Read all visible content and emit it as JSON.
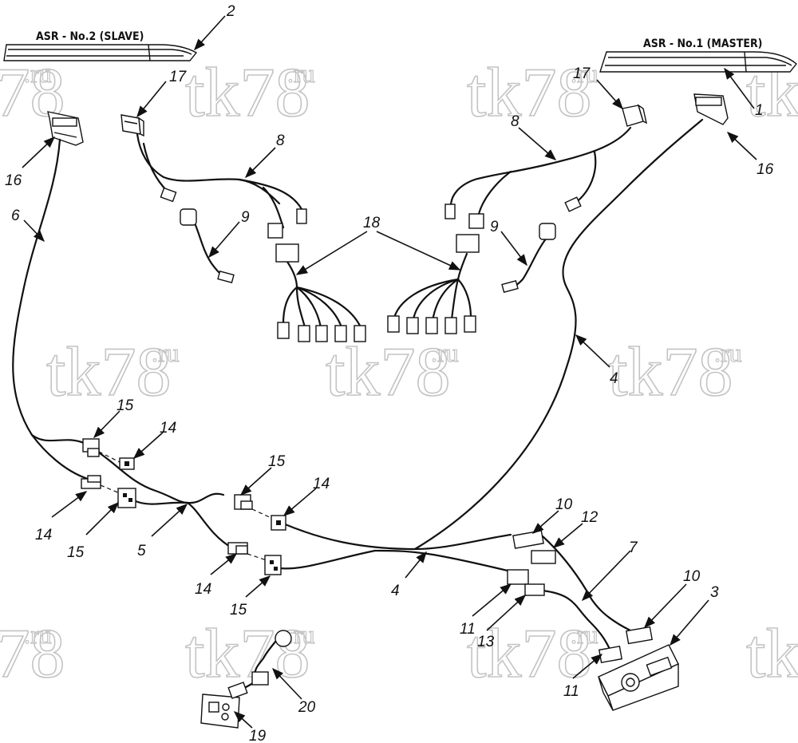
{
  "watermark": {
    "main": "tk78",
    "suffix": ".ru"
  },
  "units": {
    "slave": "ASR - No.2 (SLAVE)",
    "master": "ASR - No.1 (MASTER)"
  },
  "callouts": {
    "n1": "1",
    "n2": "2",
    "n3": "3",
    "n4a": "4",
    "n4b": "4",
    "n5": "5",
    "n6": "6",
    "n7": "7",
    "n8a": "8",
    "n8b": "8",
    "n9a": "9",
    "n9b": "9",
    "n10a": "10",
    "n10b": "10",
    "n11a": "11",
    "n11b": "11",
    "n12": "12",
    "n13": "13",
    "n14a": "14",
    "n14b": "14",
    "n14c": "14",
    "n14d": "14",
    "n15a": "15",
    "n15b": "15",
    "n15c": "15",
    "n15d": "15",
    "n16a": "16",
    "n16b": "16",
    "n17a": "17",
    "n17b": "17",
    "n18": "18",
    "n19": "19",
    "n20": "20"
  },
  "icons": {
    "arrow": "arrowhead-icon",
    "connector": "connector-icon",
    "controller": "control-panel-icon"
  }
}
